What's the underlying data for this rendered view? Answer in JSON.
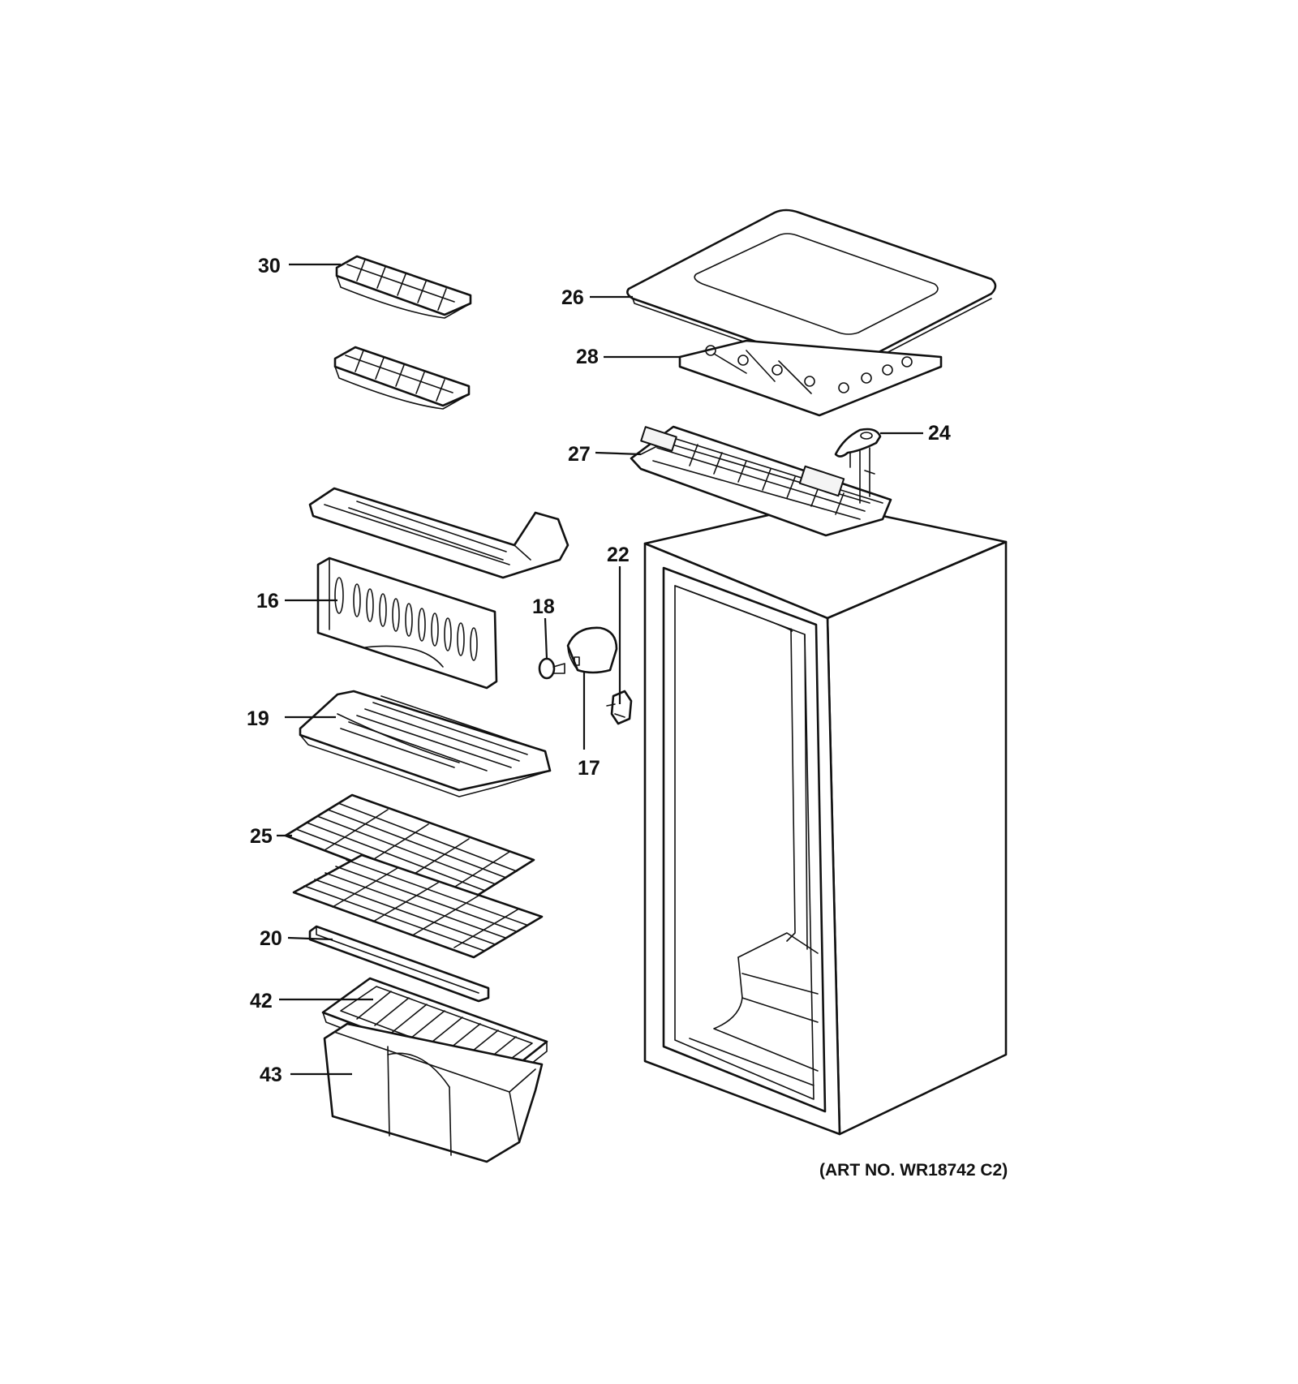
{
  "diagram": {
    "art_number": "(ART NO. WR18742 C2)",
    "callouts": [
      {
        "key": "30",
        "label": "30"
      },
      {
        "key": "26",
        "label": "26"
      },
      {
        "key": "28",
        "label": "28"
      },
      {
        "key": "24",
        "label": "24"
      },
      {
        "key": "27",
        "label": "27"
      },
      {
        "key": "22",
        "label": "22"
      },
      {
        "key": "16",
        "label": "16"
      },
      {
        "key": "18",
        "label": "18"
      },
      {
        "key": "19",
        "label": "19"
      },
      {
        "key": "17",
        "label": "17"
      },
      {
        "key": "25",
        "label": "25"
      },
      {
        "key": "20",
        "label": "20"
      },
      {
        "key": "42",
        "label": "42"
      },
      {
        "key": "43",
        "label": "43"
      }
    ]
  }
}
